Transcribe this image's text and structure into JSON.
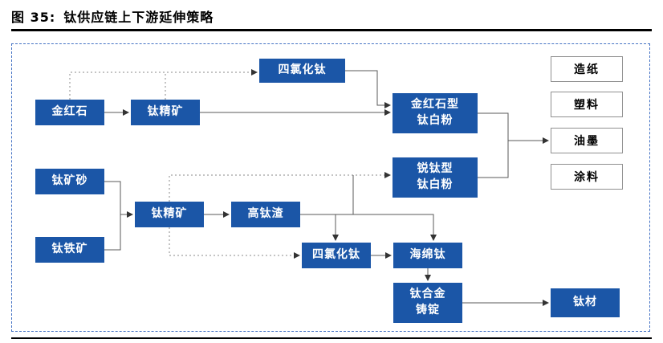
{
  "figure": {
    "label": "图 35:",
    "title": "钛供应链上下游延伸策略"
  },
  "colors": {
    "node_fill": "#1b56a7",
    "node_text_color": "#ffffff",
    "product_box_border": "#909090",
    "frame_border": "#4472c4",
    "connector_line": "#595959",
    "connector_dotted": "#8a8a8a",
    "arrowhead": "#333333",
    "rule_color": "#000000"
  },
  "nodes": {
    "rutile": "金红石",
    "ti_concentrate_top": "钛精矿",
    "ticl4_top": "四氯化钛",
    "rutile_tio2": {
      "line1": "金红石型",
      "line2": "钛白粉"
    },
    "anatase_tio2": {
      "line1": "锐钛型",
      "line2": "钛白粉"
    },
    "ti_ore_sand": "钛矿砂",
    "ilmenite": "钛铁矿",
    "ti_concentrate_bottom": "钛精矿",
    "high_ti_slag": "高钛渣",
    "ticl4_bottom": "四氯化钛",
    "sponge_ti": "海绵钛",
    "ti_alloy_ingot": {
      "line1": "钛合金",
      "line2": "铸锭"
    },
    "ti_material": "钛材",
    "paper": "造纸",
    "plastic": "塑料",
    "ink": "油墨",
    "coating": "涂料"
  }
}
